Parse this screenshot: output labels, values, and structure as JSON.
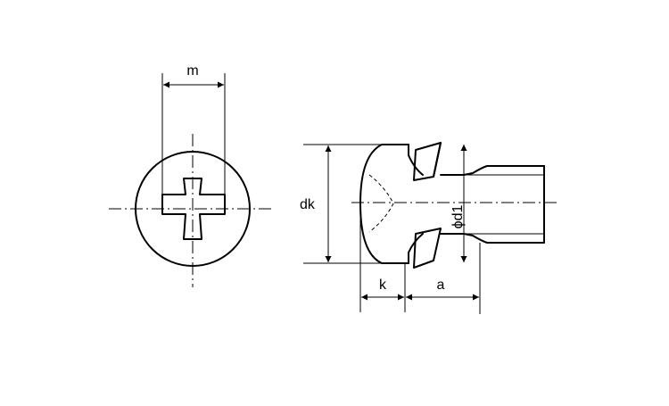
{
  "dimensions": {
    "m": "m",
    "dk": "dk",
    "d1": "ϕd1",
    "k": "k",
    "a": "a"
  }
}
